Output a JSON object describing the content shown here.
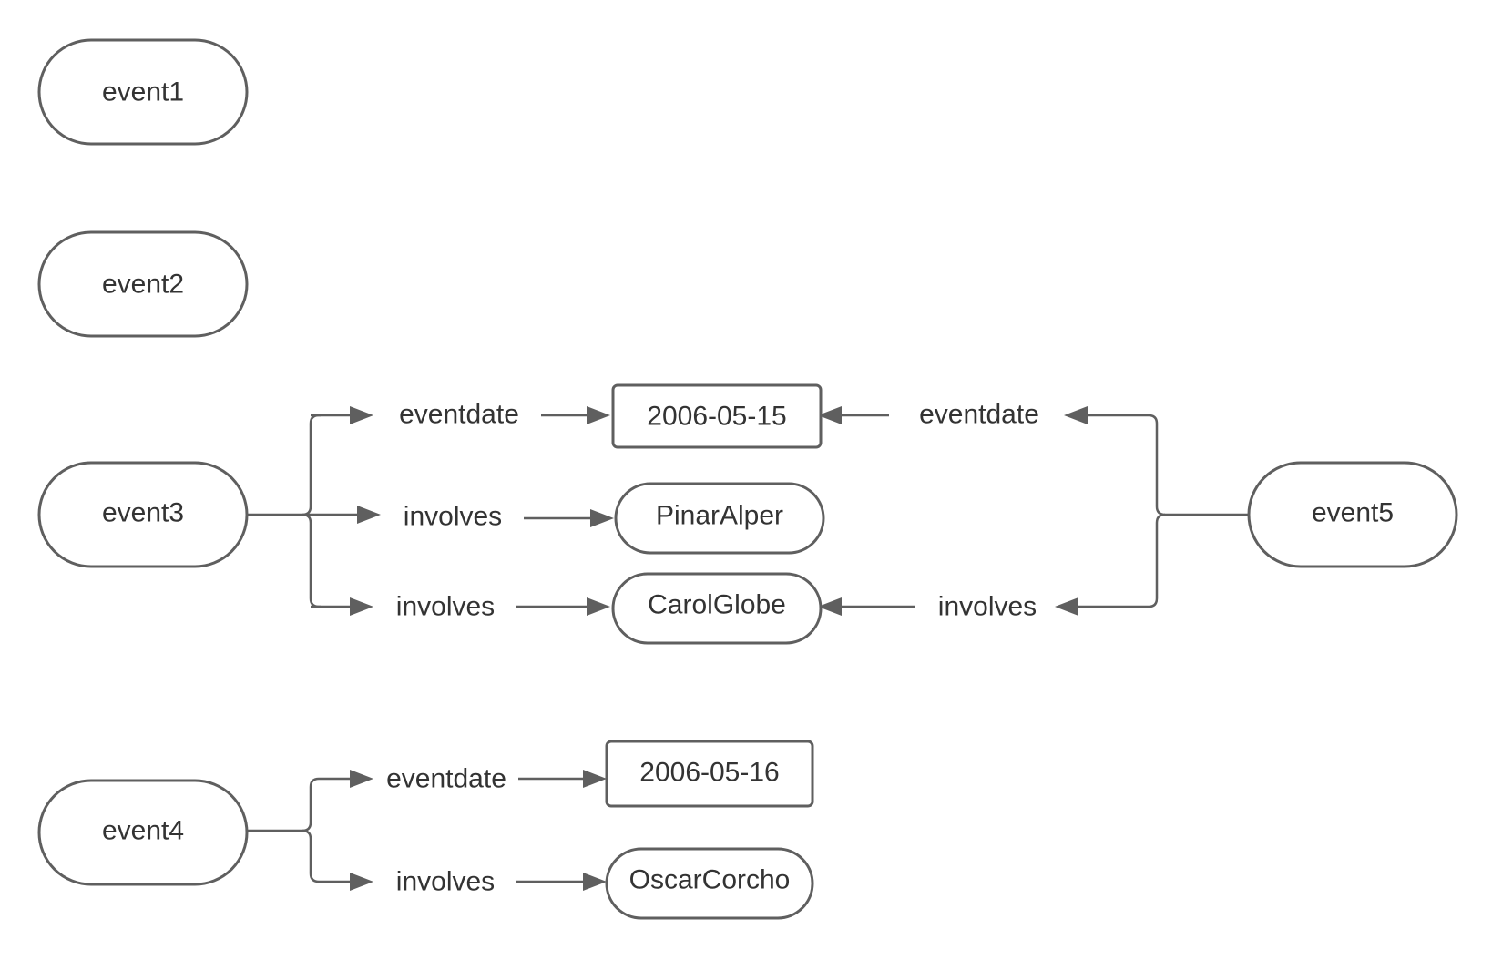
{
  "colors": {
    "stroke": "#5f5f5f",
    "text": "#333333",
    "background": "#ffffff"
  },
  "nodes": {
    "event1": "event1",
    "event2": "event2",
    "event3": "event3",
    "event4": "event4",
    "event5": "event5",
    "date1": "2006-05-15",
    "date2": "2006-05-16",
    "pinar": "PinarAlper",
    "carol": "CarolGlobe",
    "oscar": "OscarCorcho"
  },
  "edges": {
    "e3_eventdate": "eventdate",
    "e3_involves_1": "involves",
    "e3_involves_2": "involves",
    "e5_eventdate": "eventdate",
    "e5_involves": "involves",
    "e4_eventdate": "eventdate",
    "e4_involves": "involves"
  }
}
